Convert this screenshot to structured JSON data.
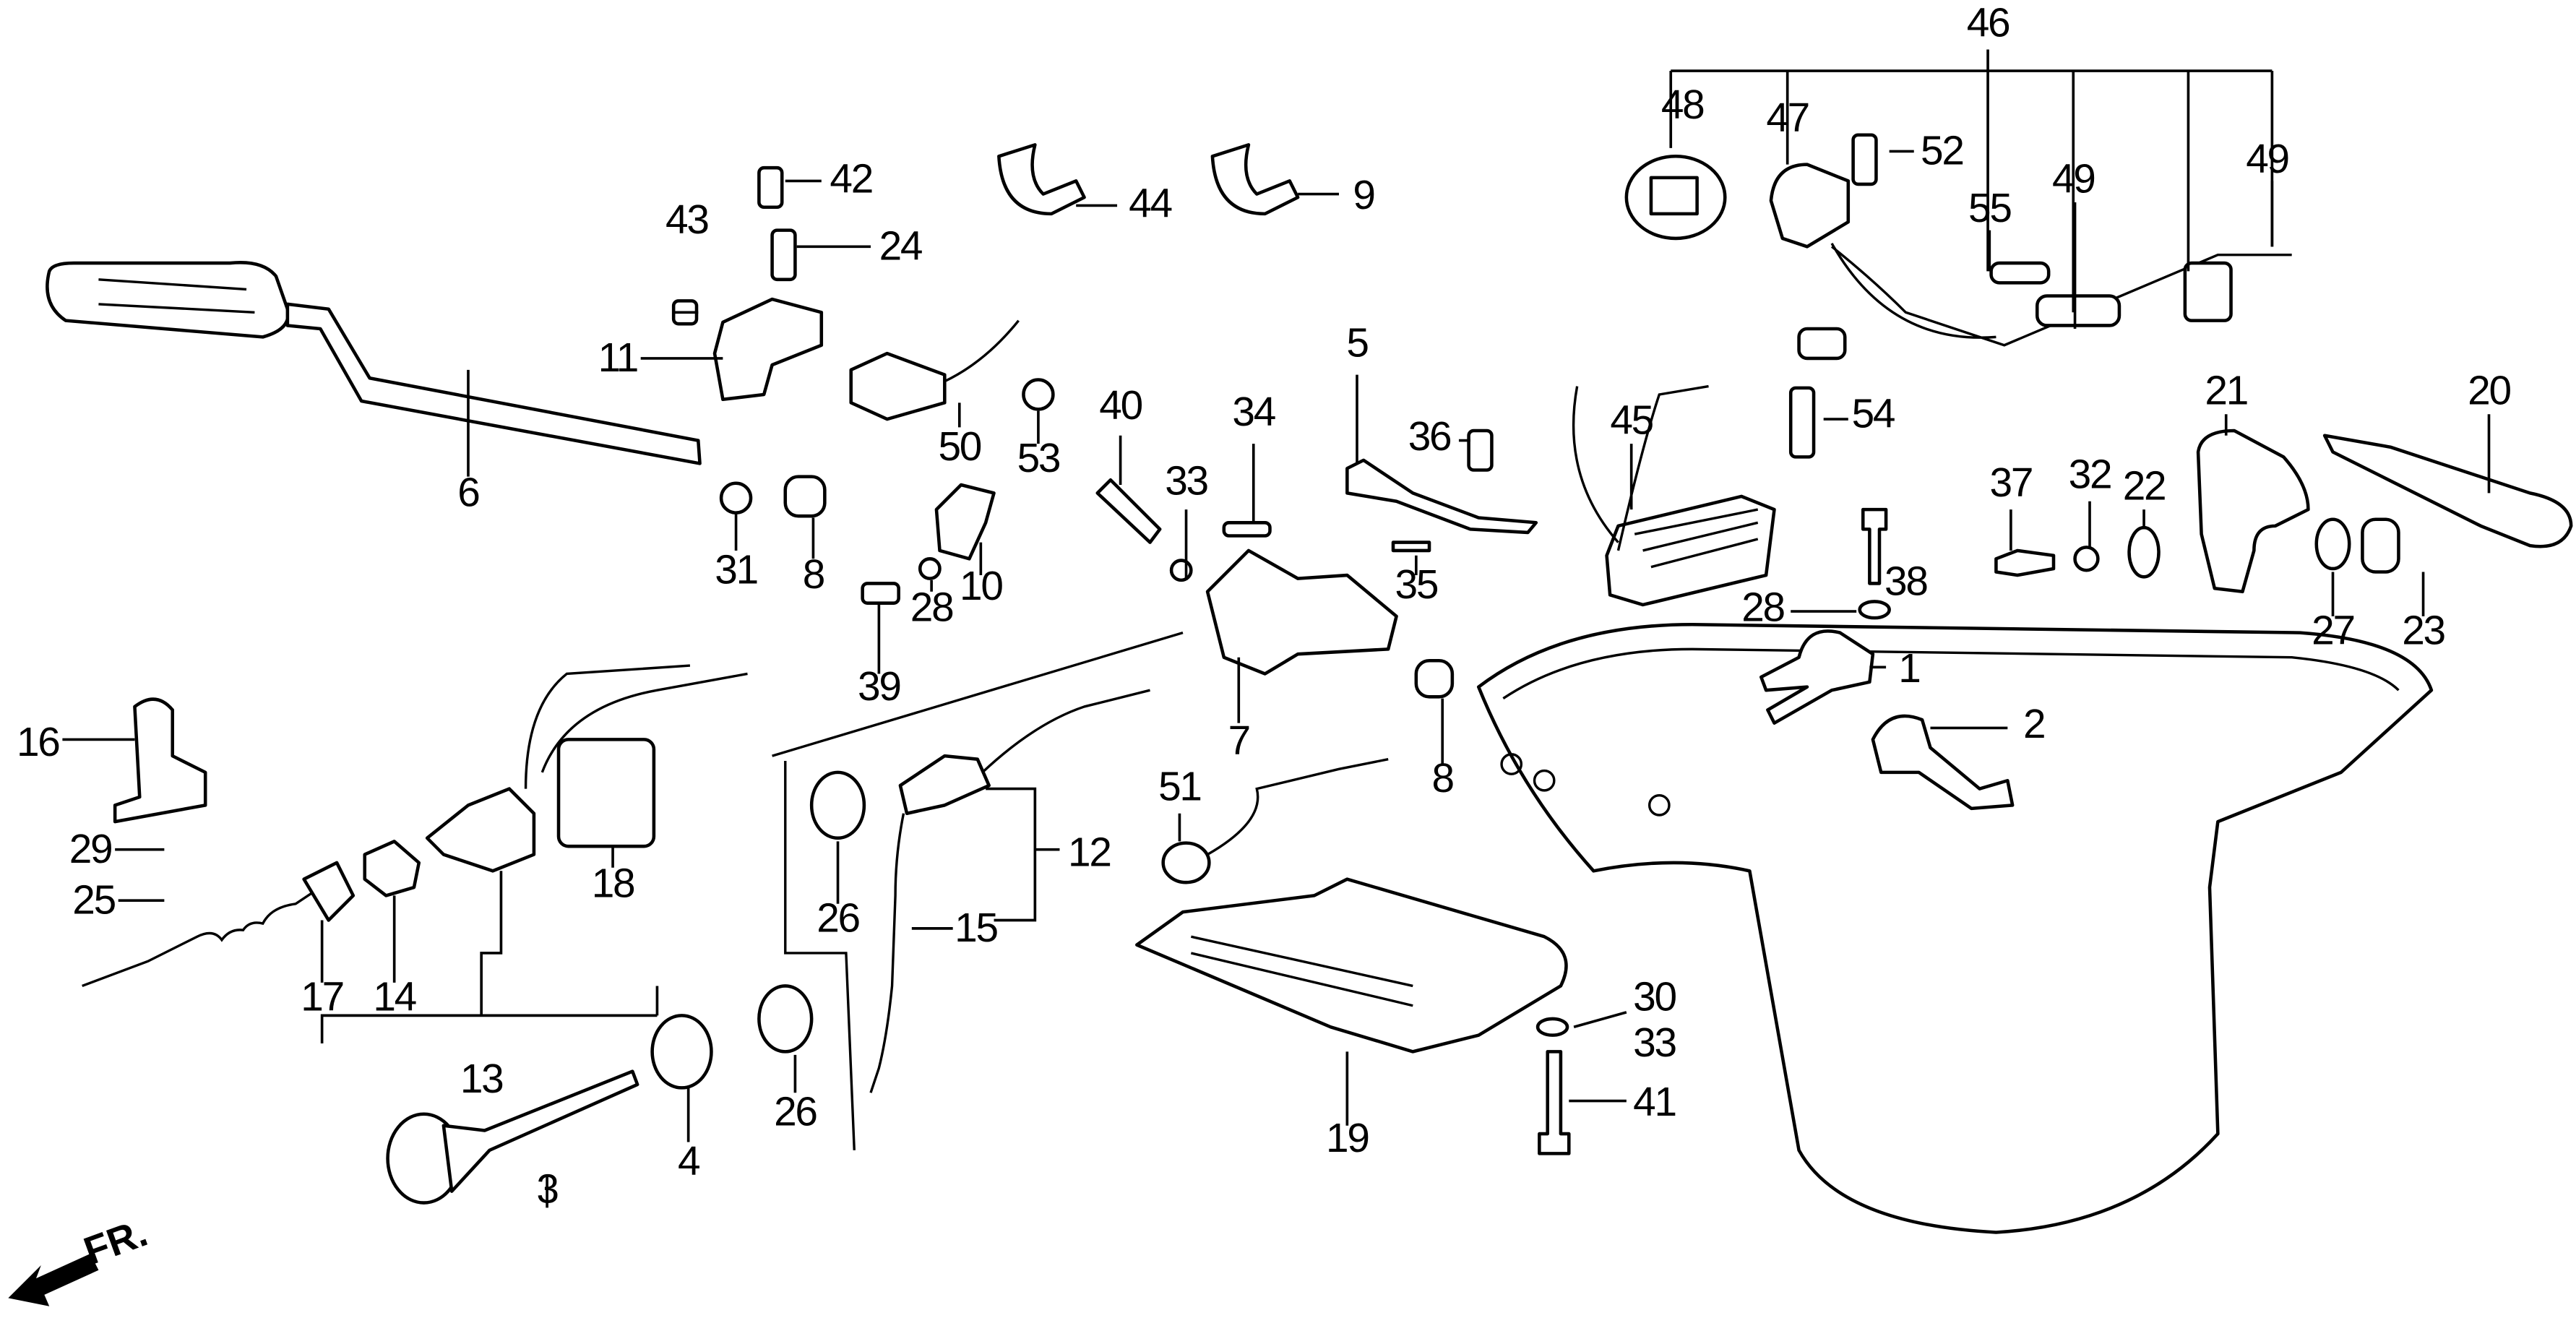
{
  "diagram": {
    "callouts": [
      "46",
      "48",
      "47",
      "52",
      "55",
      "49",
      "49",
      "42",
      "24",
      "43",
      "11",
      "44",
      "9",
      "6",
      "31",
      "8",
      "50",
      "53",
      "40",
      "33",
      "34",
      "5",
      "36",
      "45",
      "54",
      "21",
      "20",
      "37",
      "32",
      "22",
      "38",
      "28",
      "27",
      "23",
      "1",
      "2",
      "39",
      "28",
      "10",
      "35",
      "7",
      "8",
      "16",
      "29",
      "25",
      "18",
      "17",
      "14",
      "13",
      "12",
      "15",
      "26",
      "51",
      "26",
      "4",
      "3",
      "19",
      "30",
      "33",
      "41"
    ],
    "direction_label": "FR.",
    "line_color": "#000000",
    "background": "#ffffff"
  }
}
